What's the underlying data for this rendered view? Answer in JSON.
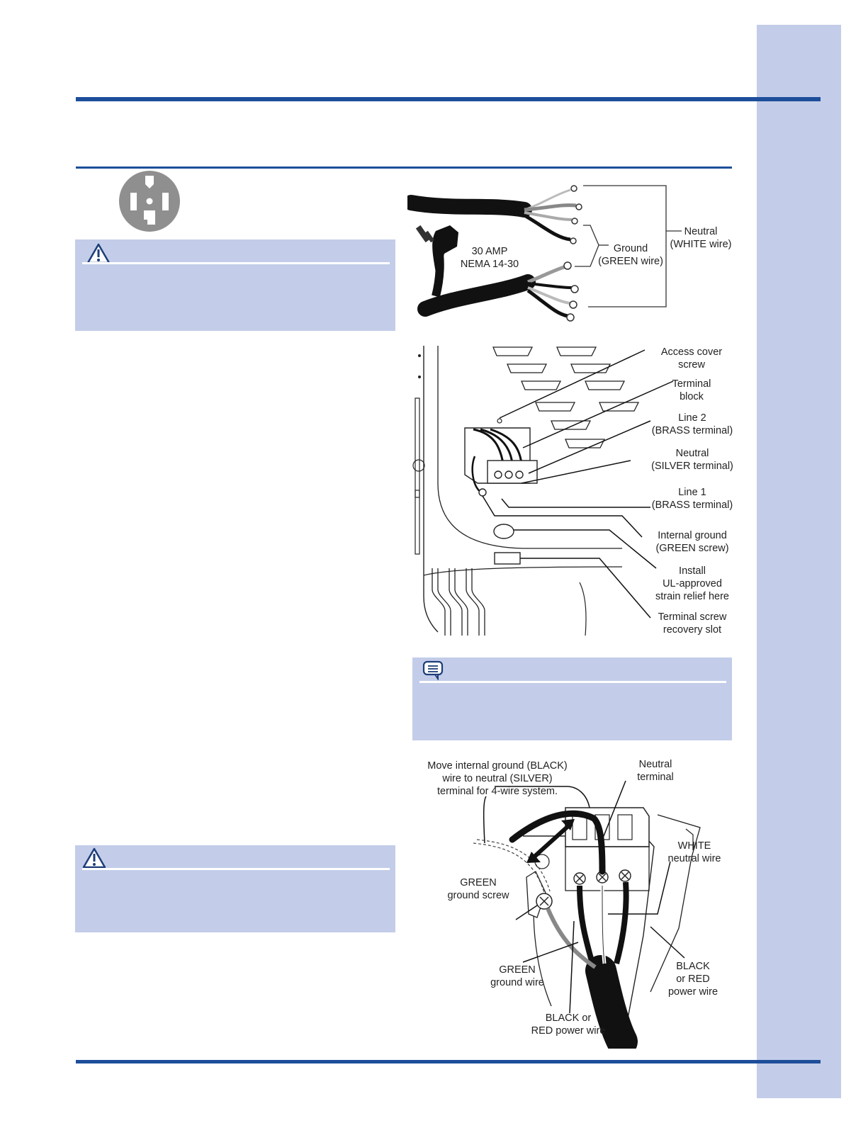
{
  "labels": {
    "plug_rating": "30 AMP",
    "plug_type": "NEMA 14-30",
    "ground": "Ground",
    "ground_wire": "(GREEN wire)",
    "neutral": "Neutral",
    "neutral_wire": "(WHITE wire)",
    "access_cover_1": "Access cover",
    "access_cover_2": "screw",
    "terminal_block_1": "Terminal",
    "terminal_block_2": "block",
    "line2_1": "Line 2",
    "line2_2": "(BRASS terminal)",
    "neutral_t_1": "Neutral",
    "neutral_t_2": "(SILVER terminal)",
    "line1_1": "Line 1",
    "line1_2": "(BRASS terminal)",
    "int_ground_1": "Internal ground",
    "int_ground_2": "(GREEN screw)",
    "strain_1": "Install",
    "strain_2": "UL-approved",
    "strain_3": "strain relief here",
    "recovery_1": "Terminal screw",
    "recovery_2": "recovery slot",
    "move_1": "Move internal ground (BLACK)",
    "move_2": "wire to neutral (SILVER)",
    "move_3": "terminal for 4-wire system.",
    "neutral_terminal_1": "Neutral",
    "neutral_terminal_2": "terminal",
    "white_neutral_1": "WHITE",
    "white_neutral_2": "neutral wire",
    "green_screw_1": "GREEN",
    "green_screw_2": "ground screw",
    "green_wire_1": "GREEN",
    "green_wire_2": "ground wire",
    "black_red_left_1": "BLACK or",
    "black_red_left_2": "RED power wire",
    "black_red_right_1": "BLACK",
    "black_red_right_2": "or RED",
    "black_red_right_3": "power wire"
  },
  "colors": {
    "rule": "#1d4e9a",
    "panel": "#c3cde9",
    "outlet": "#8f8f8f"
  },
  "icons": {
    "outlet": "nema-14-30-outlet-icon",
    "warning": "warning-triangle-icon",
    "note": "note-speech-icon"
  }
}
